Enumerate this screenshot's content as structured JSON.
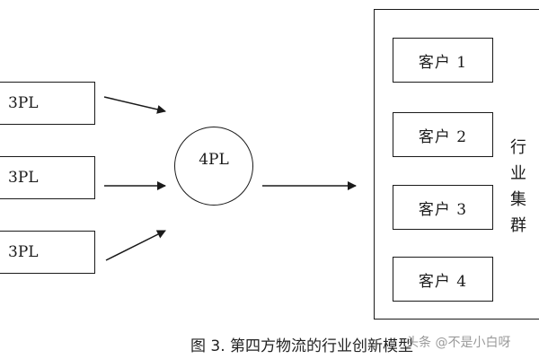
{
  "diagram": {
    "providers": [
      {
        "label": "3PL"
      },
      {
        "label": "3PL"
      },
      {
        "label": "3PL"
      }
    ],
    "hub": {
      "label": "4PL"
    },
    "clients": [
      {
        "label": "客户 1"
      },
      {
        "label": "客户 2"
      },
      {
        "label": "客户 3"
      },
      {
        "label": "客户 4"
      }
    ],
    "cluster_label": [
      "行",
      "业",
      "集",
      "群"
    ]
  },
  "caption": "图 3. 第四方物流的行业创新模型",
  "watermark": "头条 @不是小白呀"
}
